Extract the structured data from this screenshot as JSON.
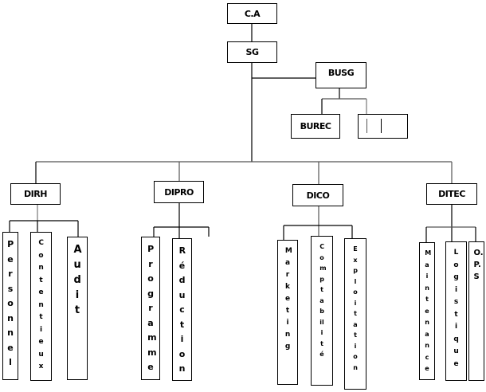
{
  "top": {
    "ca": "C.A",
    "sg": "SG",
    "busg": "BUSG",
    "burec": "BUREC"
  },
  "directions": {
    "dirh": {
      "label": "DIRH",
      "units": [
        "Personnel",
        "Contentieux",
        "Audit"
      ]
    },
    "dipro": {
      "label": "DIPRO",
      "units": [
        "Programme",
        "Réduction"
      ]
    },
    "dico": {
      "label": "DICO",
      "units": [
        "Marketing",
        "Comptabilité",
        "Exploitation"
      ]
    },
    "ditec": {
      "label": "DITEC",
      "units": [
        "Maintenance",
        "Logistique",
        "O.P.S"
      ]
    }
  }
}
